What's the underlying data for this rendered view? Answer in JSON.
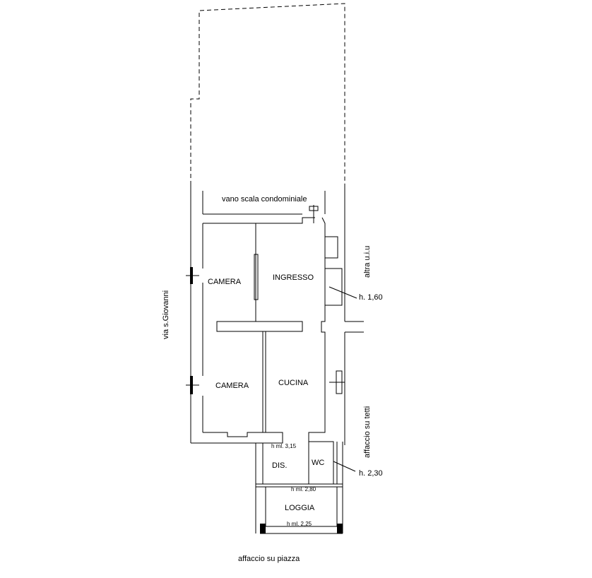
{
  "plan": {
    "rooms": {
      "stair": "vano scala condominiale",
      "camera_top": "CAMERA",
      "ingresso": "INGRESSO",
      "camera_bottom": "CAMERA",
      "cucina": "CUCINA",
      "dis": "DIS.",
      "wc": "WC",
      "loggia": "LOGGIA"
    },
    "annotations": {
      "street": "via s.Giovanni",
      "other_unit": "altra u.i.u",
      "roofs_view": "affaccio su tetti",
      "square_view": "affaccio su piazza",
      "height_1": "h. 1,60",
      "height_2": "h. 2,30",
      "hml_dis": "h ml. 3,15",
      "hml_loggia_top": "h ml. 2,80",
      "hml_loggia_bottom": "h ml. 2,25"
    }
  }
}
